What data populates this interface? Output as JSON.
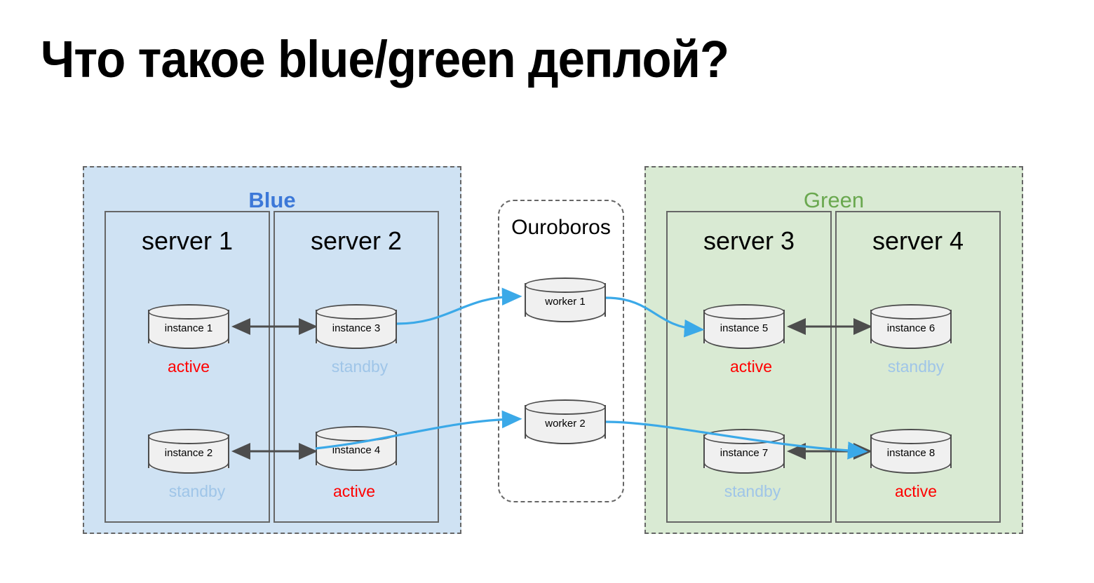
{
  "slide": {
    "title": "Что такое blue/green деплой?",
    "background": "#ffffff"
  },
  "colors": {
    "blue_panel_fill": "#cfe2f3",
    "green_panel_fill": "#d9ead3",
    "blue_label": "#3c78d8",
    "green_label": "#6aa84f",
    "active": "#ff0000",
    "standby": "#9fc5e8",
    "arrow_gray": "#4d4d4d",
    "arrow_blue": "#3ba9e8",
    "panel_border": "#666666",
    "cylinder_fill": "#f0f0f0",
    "cylinder_border": "#4d4d4d"
  },
  "environments": [
    {
      "id": "blue",
      "label": "Blue",
      "servers": [
        {
          "title": "server 1",
          "instances": [
            {
              "label": "instance 1",
              "status": "active"
            },
            {
              "label": "instance 2",
              "status": "standby"
            }
          ]
        },
        {
          "title": "server 2",
          "instances": [
            {
              "label": "instance 3",
              "status": "standby"
            },
            {
              "label": "instance 4",
              "status": "active"
            }
          ]
        }
      ]
    },
    {
      "id": "green",
      "label": "Green",
      "servers": [
        {
          "title": "server 3",
          "instances": [
            {
              "label": "instance 5",
              "status": "active"
            },
            {
              "label": "instance 7",
              "status": "standby"
            }
          ]
        },
        {
          "title": "server 4",
          "instances": [
            {
              "label": "instance 6",
              "status": "standby"
            },
            {
              "label": "instance 8",
              "status": "active"
            }
          ]
        }
      ]
    }
  ],
  "ouroboros": {
    "label": "Ouroboros",
    "workers": [
      {
        "label": "worker 1"
      },
      {
        "label": "worker 2"
      }
    ]
  },
  "connections": [
    {
      "from": "instance 3",
      "to": "worker 1",
      "style": "blue-curve"
    },
    {
      "from": "worker 1",
      "to": "instance 5",
      "style": "blue-curve"
    },
    {
      "from": "instance 4",
      "to": "worker 2",
      "style": "blue-curve"
    },
    {
      "from": "worker 2",
      "to": "instance 8",
      "style": "blue-curve"
    },
    {
      "from": "instance 1",
      "to": "instance 3",
      "style": "gray-double"
    },
    {
      "from": "instance 2",
      "to": "instance 4",
      "style": "gray-double"
    },
    {
      "from": "instance 5",
      "to": "instance 6",
      "style": "gray-double"
    },
    {
      "from": "instance 7",
      "to": "instance 8",
      "style": "gray-double"
    }
  ]
}
